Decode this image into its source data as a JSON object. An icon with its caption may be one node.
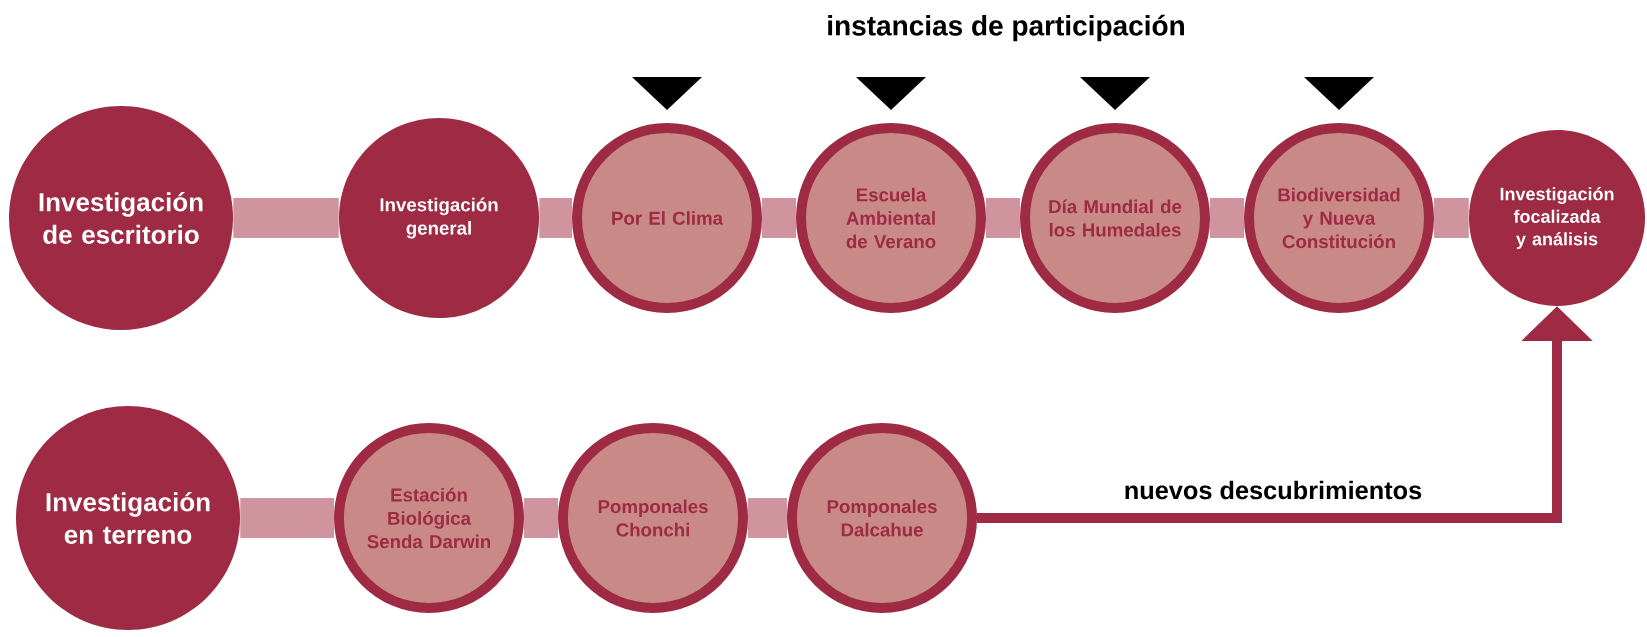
{
  "diagram": {
    "title": "instancias de participación",
    "nodes": [
      {
        "text": [
          "Investigación de escritorio"
        ]
      },
      {
        "text": [
          "Investigación general"
        ]
      },
      {
        "text": [
          "Por El Clima"
        ]
      },
      {
        "text": [
          "Escuela Ambiental de Verano"
        ]
      },
      {
        "text": [
          "Día Mundial de los Humedales"
        ]
      },
      {
        "text": [
          "Biodiversidad y Nueva Constitución"
        ]
      },
      {
        "text": [
          "Investigación focalizada y análisis"
        ]
      },
      {
        "text": [
          "Investigación en terreno"
        ]
      },
      {
        "text": [
          "Estación Biológica Senda Darwin"
        ]
      },
      {
        "text": [
          "Pomponales Chonchi"
        ]
      },
      {
        "text": [
          "Pomponales Dalcahue"
        ]
      }
    ],
    "edges": [
      {
        "from": 0,
        "to": 1,
        "arrow": "none"
      },
      {
        "from": 1,
        "to": 2,
        "arrow": "none"
      },
      {
        "from": 2,
        "to": 3,
        "arrow": "none"
      },
      {
        "from": 3,
        "to": 4,
        "arrow": "none"
      },
      {
        "from": 4,
        "to": 5,
        "arrow": "none"
      },
      {
        "from": 5,
        "to": 6,
        "arrow": "none"
      },
      {
        "from": 7,
        "to": 8,
        "arrow": "none"
      },
      {
        "from": 8,
        "to": 9,
        "arrow": "none"
      },
      {
        "from": 9,
        "to": 10,
        "arrow": "none"
      },
      {
        "from": 10,
        "to": 6,
        "arrow": "to",
        "label": "nuevos descubrimientos",
        "color": "#9e2a43"
      }
    ]
  }
}
